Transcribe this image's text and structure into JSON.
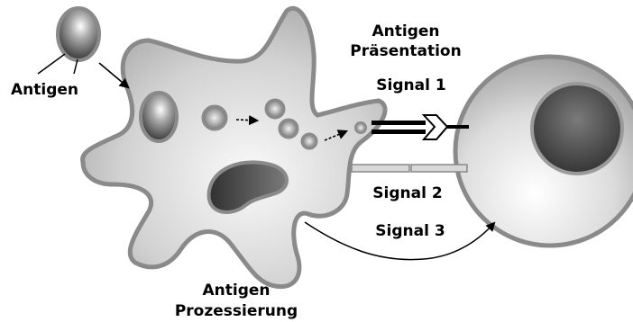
{
  "labels": {
    "antigen": "Antigen",
    "presentation_line1": "Antigen",
    "presentation_line2": "Präsentation",
    "signal1": "Signal 1",
    "signal2": "Signal 2",
    "signal3": "Signal 3",
    "processing_line1": "Antigen",
    "processing_line2": "Prozessierung"
  },
  "colors": {
    "cell_fill_light": "#f4f4f4",
    "cell_fill_dark": "#9a9a9a",
    "cell_outline": "#7a7a7a",
    "nucleus_dark": "#3c3c3c",
    "receptor": "#000000",
    "bar": "#d8d8d8"
  }
}
